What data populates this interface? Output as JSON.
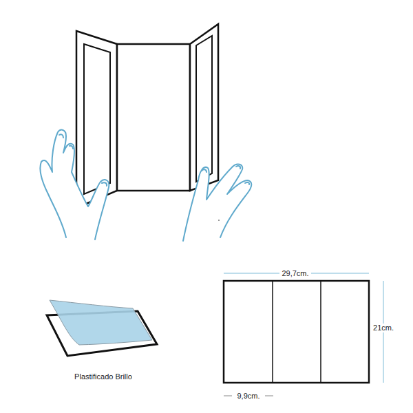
{
  "diagram": {
    "labels": [
      "29,7cm.",
      "21cm.",
      "Plastificado Brillo",
      "9,9cm."
    ]
  }
}
